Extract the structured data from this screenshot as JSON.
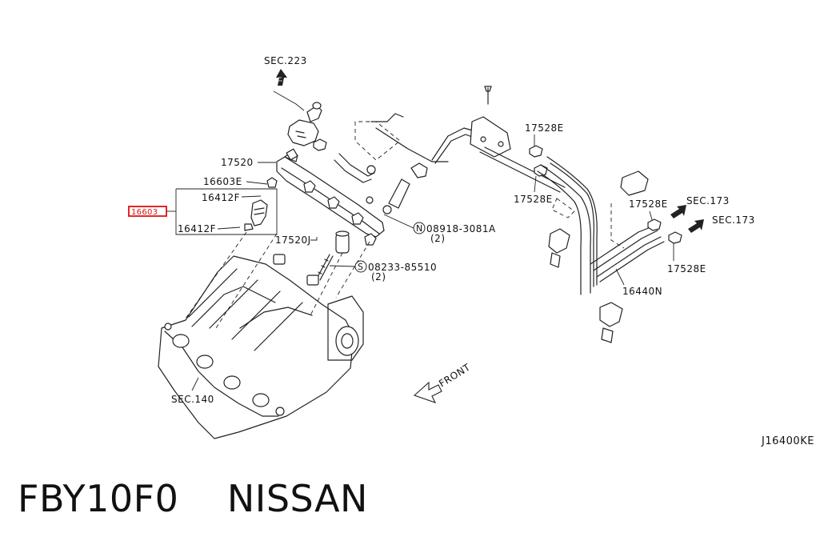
{
  "diagram": {
    "labels": {
      "sec223": "SEC.223",
      "p17520_top": "17520",
      "p16603e": "16603E",
      "p16412f_top": "16412F",
      "p16603_highlight": "16603",
      "p16412f_bottom": "16412F",
      "p17520j": "17520J",
      "n08918": "08918-3081A",
      "n08918_qty": "(2)",
      "s08233": "08233-85510",
      "s08233_qty": "(2)",
      "sec140": "SEC.140",
      "front": "FRONT",
      "p17528e_1": "17528E",
      "p17528e_2": "17528E",
      "p17528e_3": "17528E",
      "p17528e_4": "17528E",
      "sec173_a": "SEC.173",
      "sec173_b": "SEC.173",
      "p16440n": "16440N",
      "n_symbol": "N",
      "s_symbol": "S"
    },
    "ref_code": "J16400KE"
  },
  "footer": {
    "title": "FBY10F0    NISSAN"
  },
  "colors": {
    "highlight": "#e01010",
    "line": "#222222"
  }
}
